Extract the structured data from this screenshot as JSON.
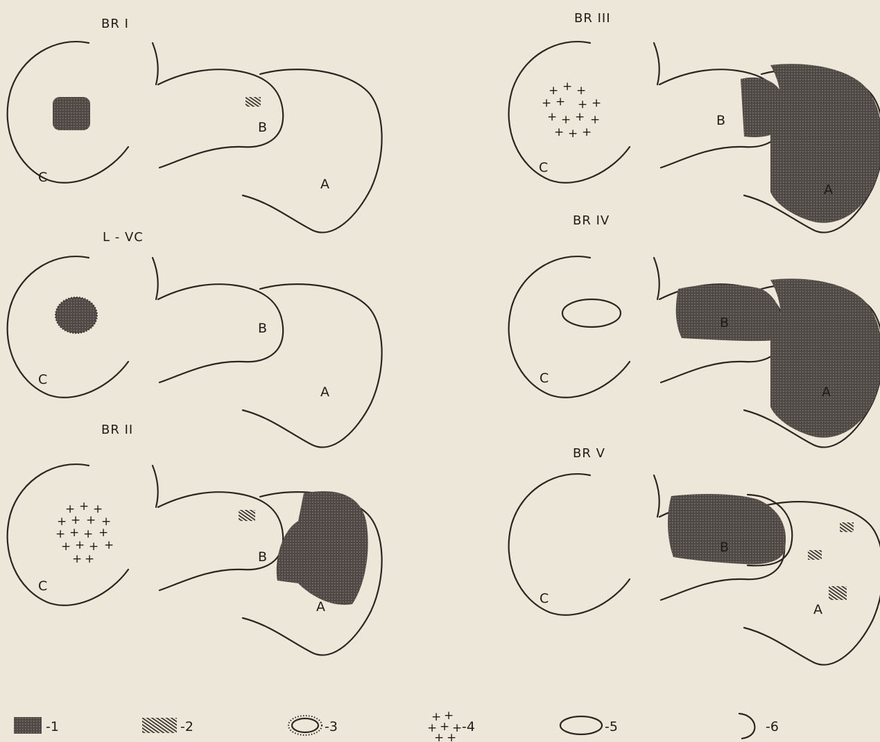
{
  "panels": [
    {
      "id": "br1",
      "title": "BR I"
    },
    {
      "id": "lvc",
      "title": "L - VC"
    },
    {
      "id": "br2",
      "title": "BR II"
    },
    {
      "id": "br3",
      "title": "BR III"
    },
    {
      "id": "br4",
      "title": "BR IV"
    },
    {
      "id": "br5",
      "title": "BR V"
    }
  ],
  "labels": {
    "a": "A",
    "b": "B",
    "c": "C"
  },
  "legend": [
    {
      "symbol": "dense-stipple-square",
      "label": "-1"
    },
    {
      "symbol": "hatched-rectangle",
      "label": "-2"
    },
    {
      "symbol": "dotted-ring-ellipse",
      "label": "-3"
    },
    {
      "symbol": "scattered-crosses",
      "label": "-4"
    },
    {
      "symbol": "open-ellipse",
      "label": "-5"
    },
    {
      "symbol": "boundary-arc",
      "label": "-6"
    }
  ],
  "colors": {
    "paper": "#ece7d8",
    "ink": "#2a2520",
    "fill": "#4e4944"
  }
}
